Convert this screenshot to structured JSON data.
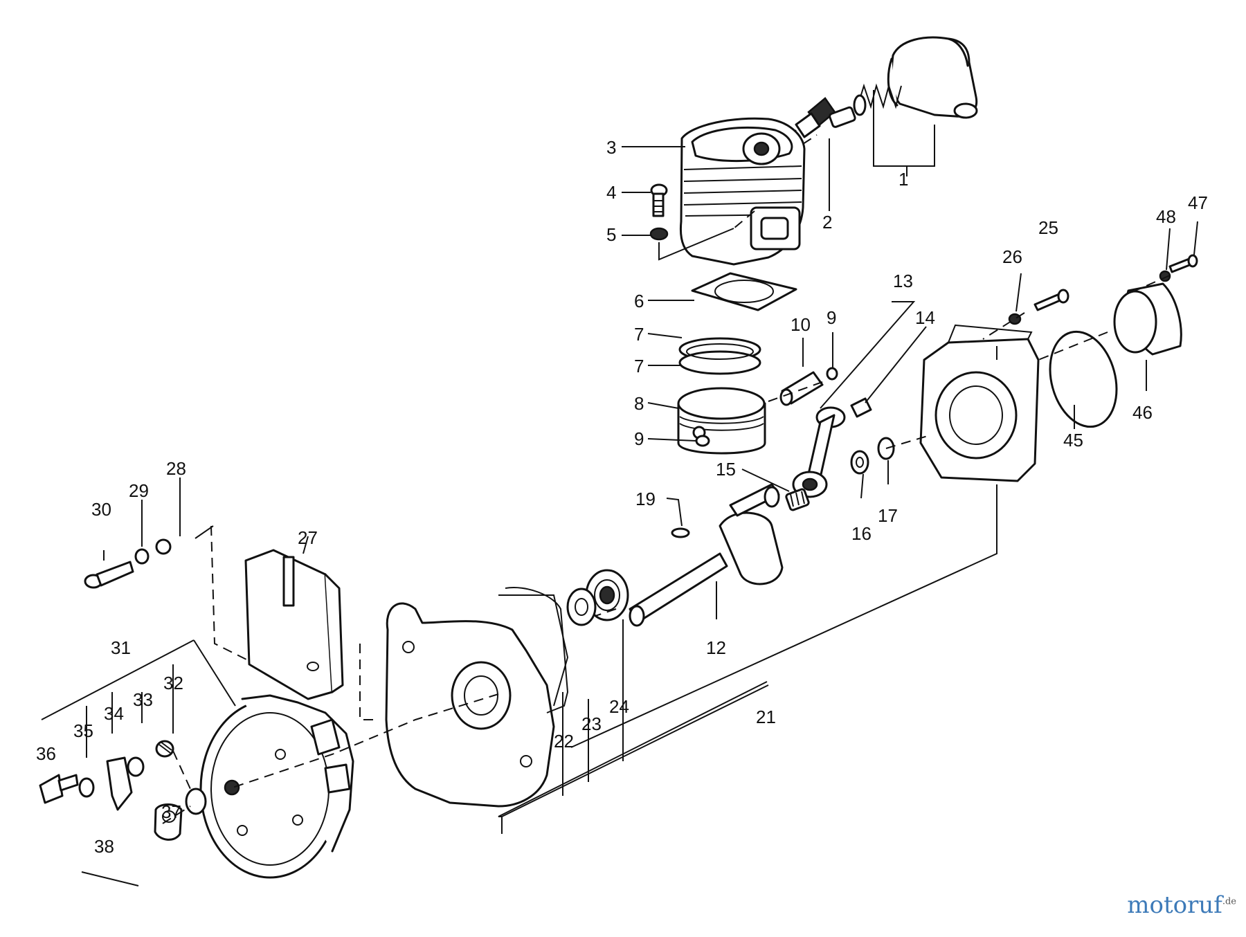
{
  "labels": {
    "l1": "1",
    "l2": "2",
    "l3": "3",
    "l4": "4",
    "l5": "5",
    "l6": "6",
    "l7a": "7",
    "l7b": "7",
    "l8": "8",
    "l9a": "9",
    "l9b": "9",
    "l10": "10",
    "l12": "12",
    "l13": "13",
    "l14": "14",
    "l15": "15",
    "l16": "16",
    "l17": "17",
    "l19": "19",
    "l21": "21",
    "l22": "22",
    "l23": "23",
    "l24": "24",
    "l25": "25",
    "l26": "26",
    "l27": "27",
    "l28": "28",
    "l29": "29",
    "l30": "30",
    "l31": "31",
    "l32": "32",
    "l33": "33",
    "l34": "34",
    "l35": "35",
    "l36": "36",
    "l37": "37",
    "l38": "38",
    "l45": "45",
    "l46": "46",
    "l47": "47",
    "l48": "48"
  },
  "logo": {
    "name": "motoruf",
    "suffix": ".de"
  }
}
